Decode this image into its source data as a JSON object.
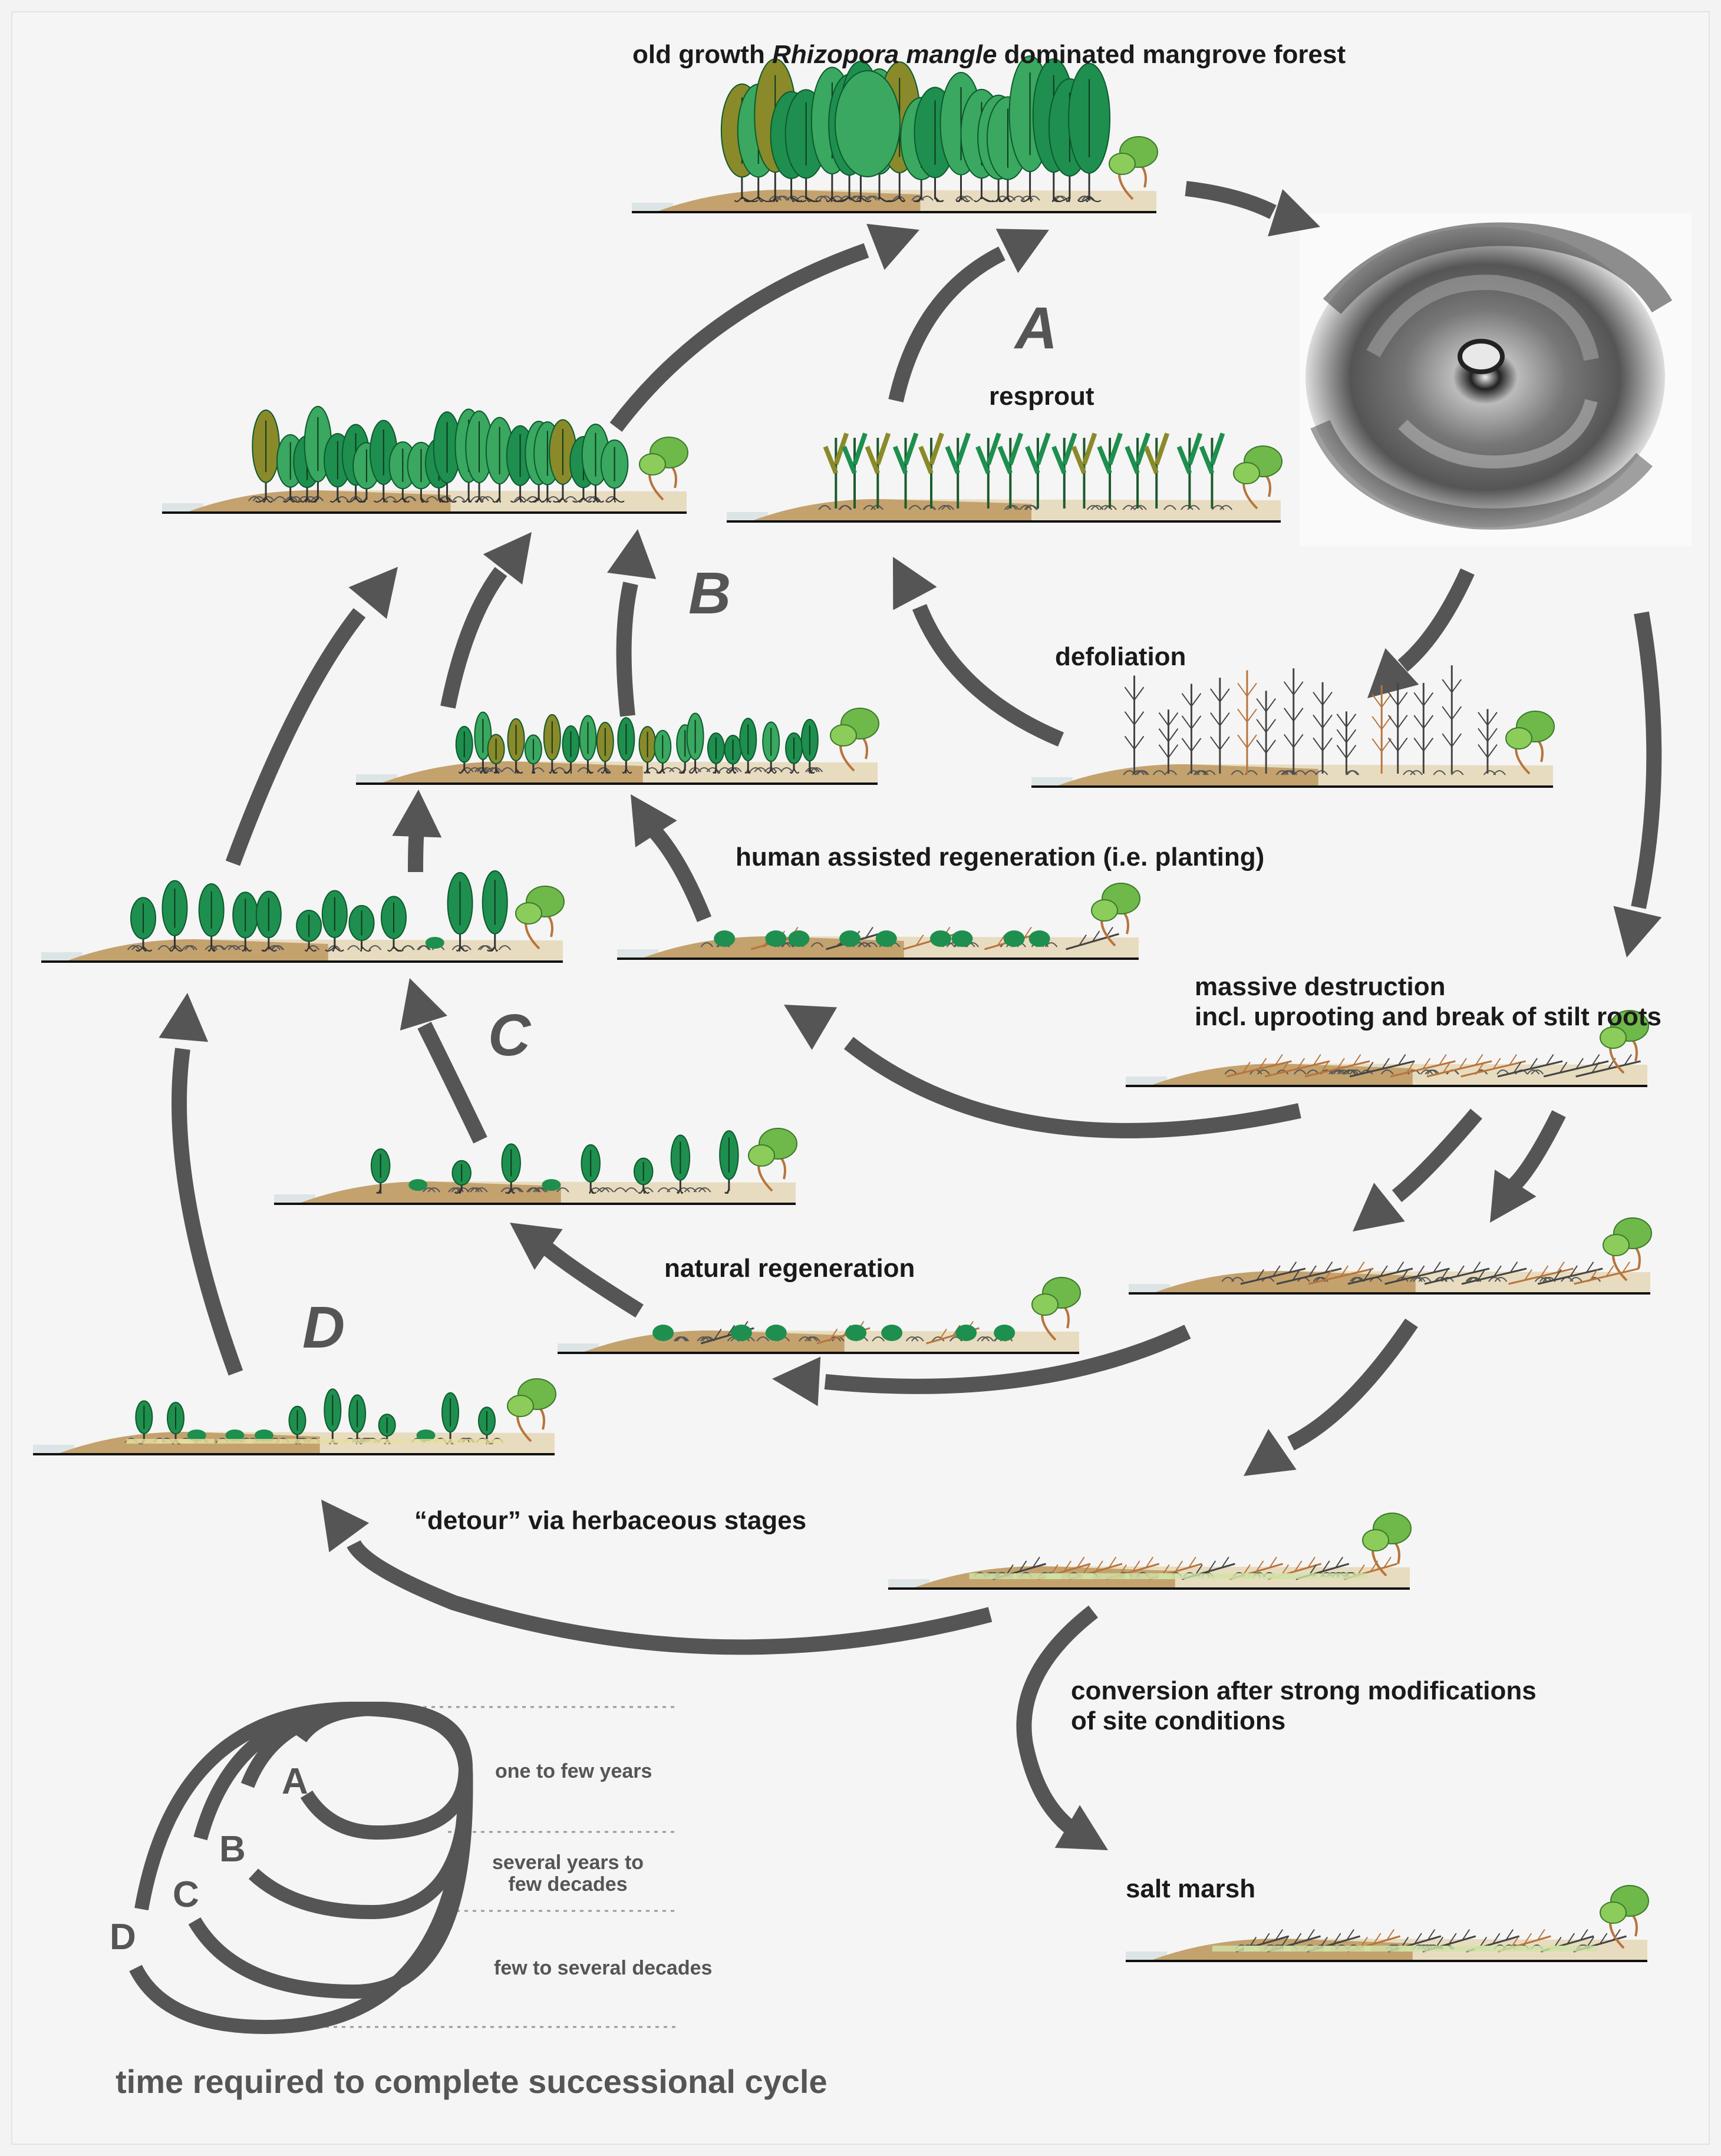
{
  "title": {
    "prefix": "old growth ",
    "species": "Rhizopora mangle",
    "suffix": " dominated mangrove forest"
  },
  "labels": {
    "resprout": "resprout",
    "defoliation": "defoliation",
    "human_assisted": "human assisted regeneration (i.e. planting)",
    "massive_line1": "massive destruction",
    "massive_line2": "incl. uprooting and break of stilt roots",
    "natural": "natural regeneration",
    "detour": "“detour” via herbaceous stages",
    "conversion_line1": "conversion after strong modifications",
    "conversion_line2": "of site conditions",
    "salt_marsh": "salt marsh"
  },
  "pathways": [
    "A",
    "B",
    "C",
    "D"
  ],
  "legend": {
    "one_to_few": "one to few years",
    "several_line1": "several years to",
    "several_line2": "few decades",
    "few_to_several": "few to several decades",
    "letters": [
      "A",
      "B",
      "C",
      "D"
    ],
    "footer": "time required to complete successional cycle"
  },
  "colors": {
    "background": "#f3f3f3",
    "arrow": "#555555",
    "tree_green": "#1e8f4e",
    "tree_light": "#3aa860",
    "tree_olive": "#8a8a2a",
    "soil": "#c4a26e",
    "soil_light": "#e8dcc0",
    "dead_wood": "#444444",
    "dead_brown": "#b8743c"
  }
}
